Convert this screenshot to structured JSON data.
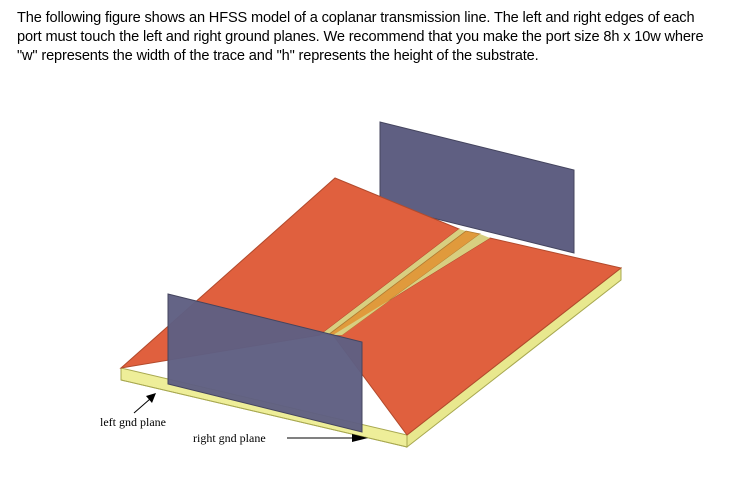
{
  "description_paragraph": "The following figure shows an HFSS model of a coplanar transmission line. The left and right edges of each port must touch the left and right ground planes. We recommend that you make the port size 8h x 10w where \"w\" represents the width of the trace and \"h\" represents the height of the substrate.",
  "figure": {
    "labels": {
      "left_gnd_plane": "left gnd plane",
      "right_gnd_plane": "right gnd plane"
    },
    "colors": {
      "ground_plane": "#E0603E",
      "ground_plane_edge": "#B24A2C",
      "substrate_side": "#EEEE99",
      "signal_trace": "#E09A3C",
      "gap_slot": "#D8CF80",
      "port": "#5F5F82"
    }
  }
}
